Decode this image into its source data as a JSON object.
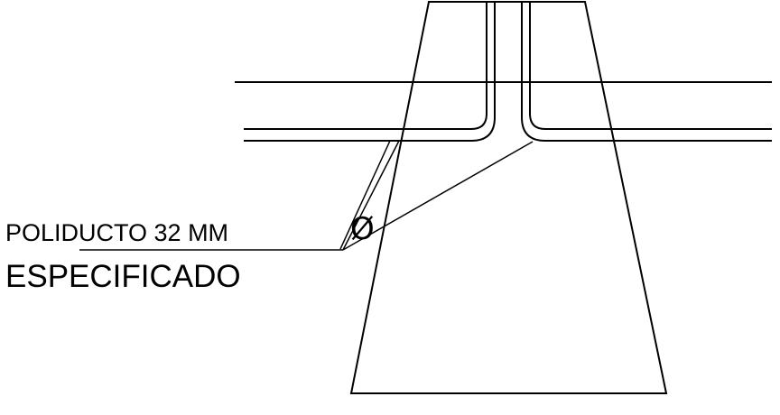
{
  "annotation": {
    "line1": "POLIDUCTO 32 MM",
    "line2": "ESPECIFICADO",
    "diameter_symbol": "Ø"
  },
  "colors": {
    "stroke": "#000000",
    "background": "#ffffff"
  }
}
